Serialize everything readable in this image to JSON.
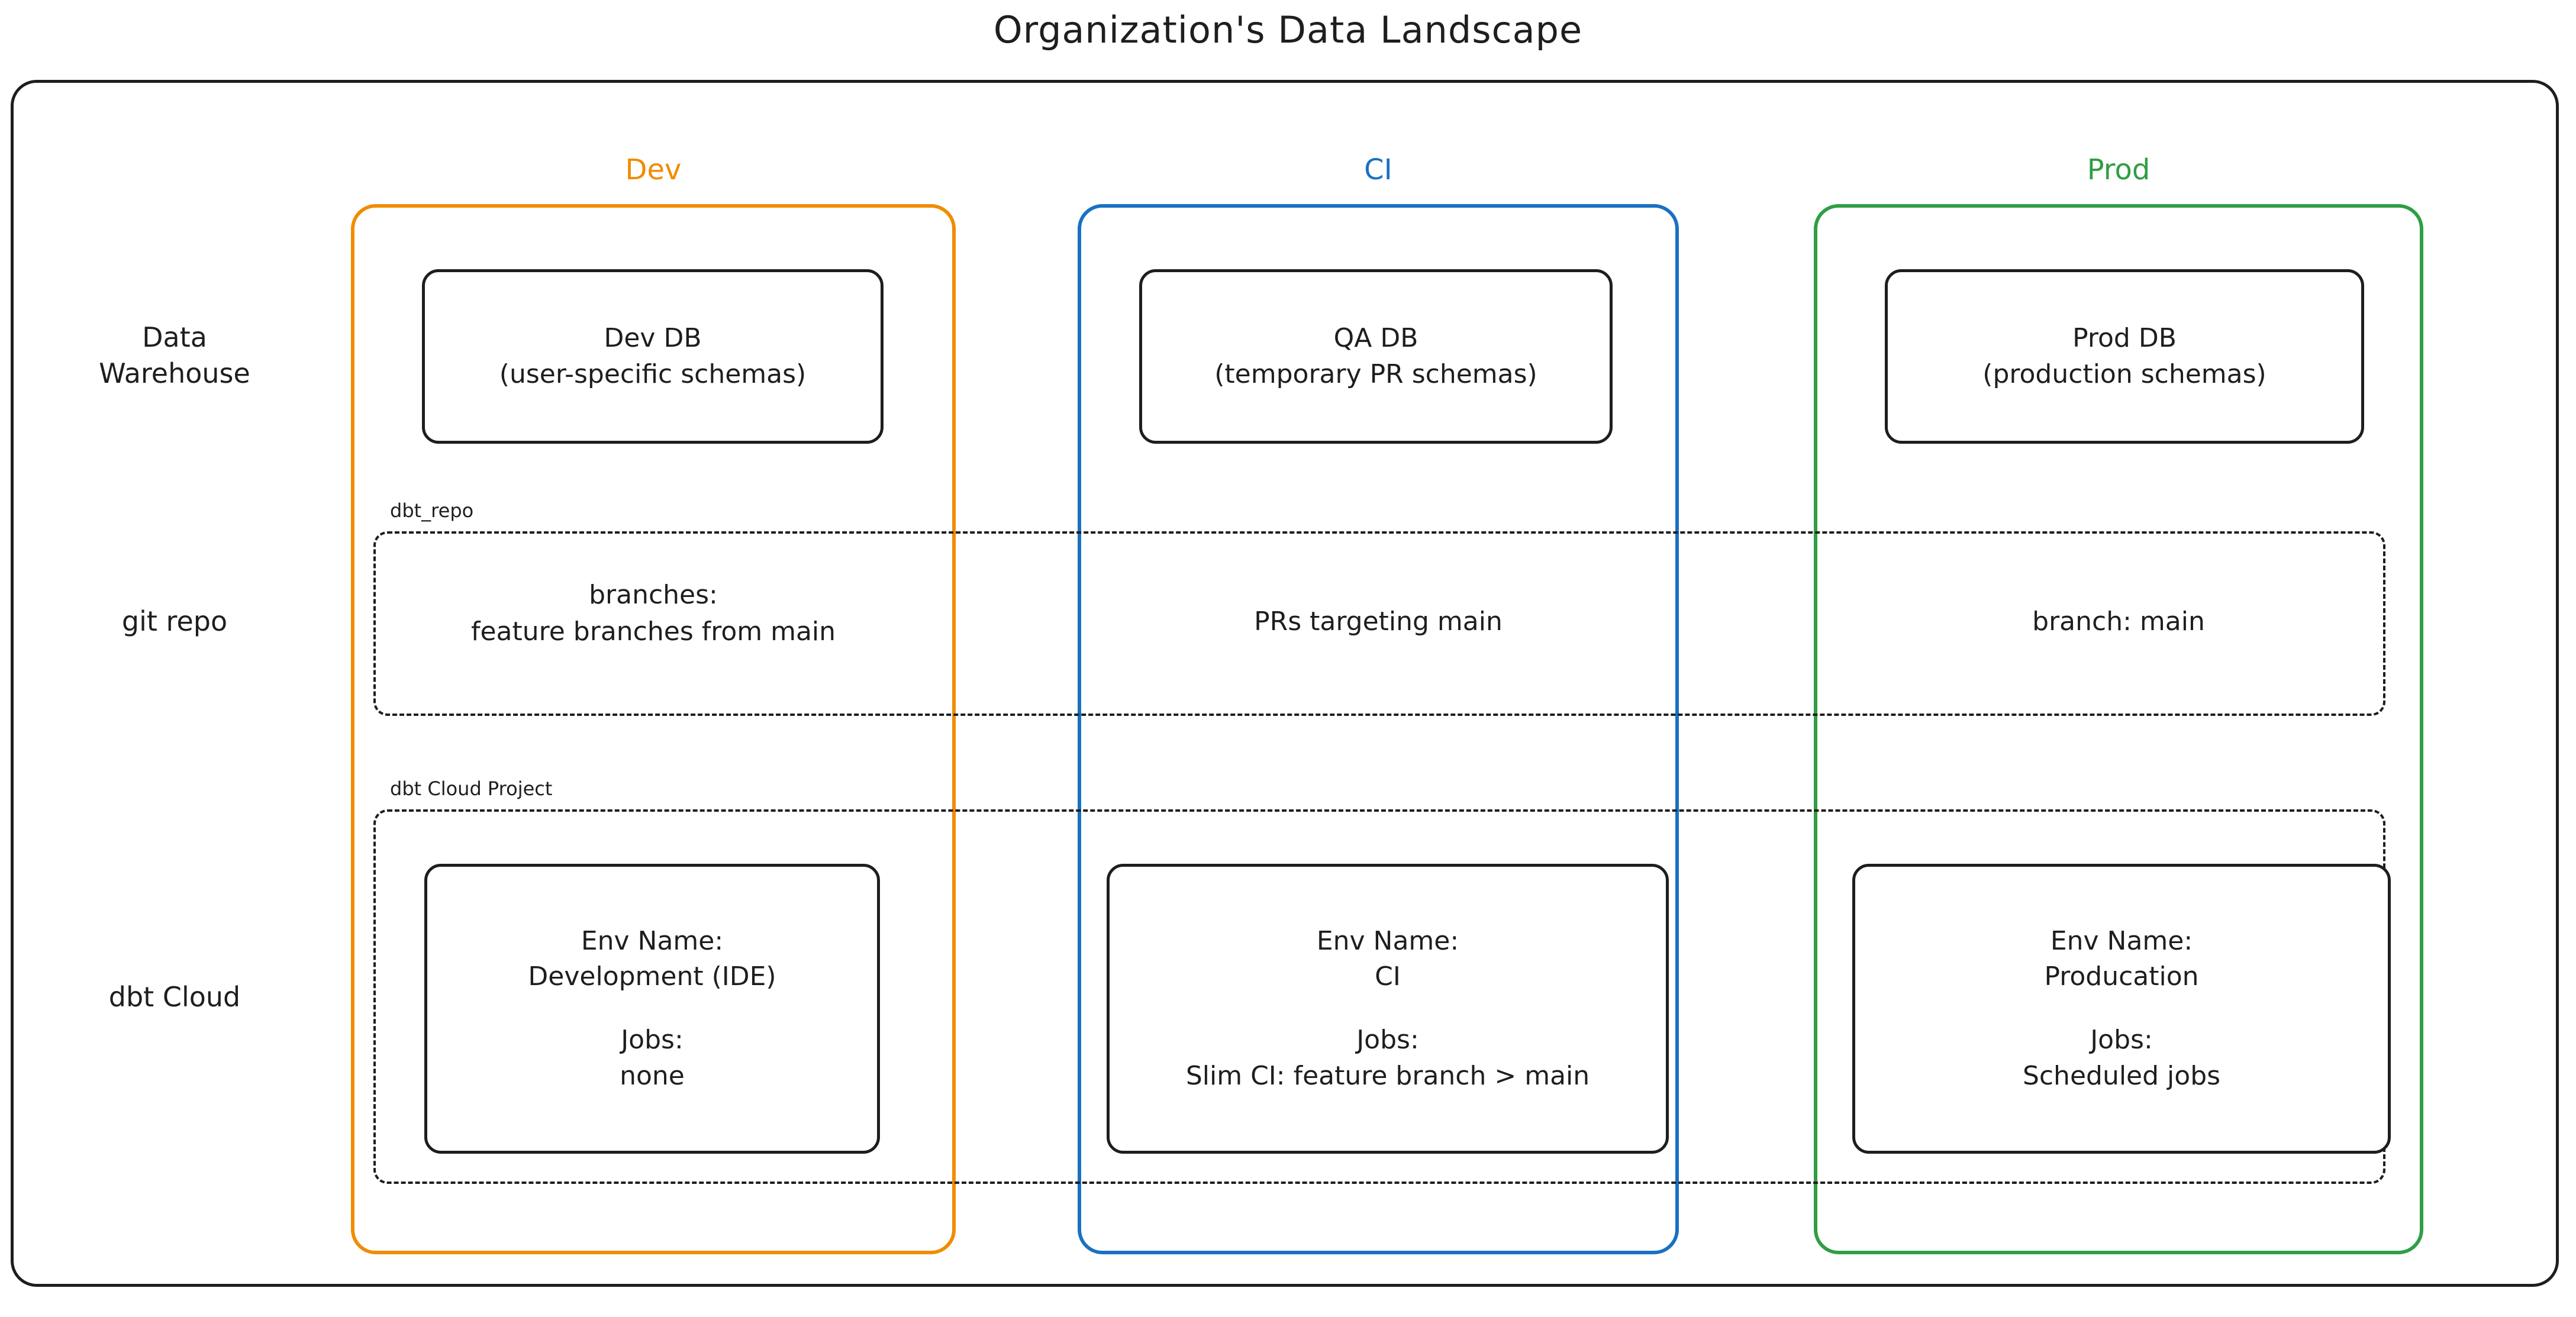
{
  "diagram": {
    "title": "Organization's Data Landscape",
    "type": "architecture-diagram",
    "style": "hand-drawn",
    "colors": {
      "dev": "#f08c00",
      "ci": "#1971c2",
      "prod": "#2f9e44",
      "stroke": "#1e1e1e",
      "background": "#ffffff"
    }
  },
  "row_labels": [
    {
      "key": "data_warehouse",
      "label": "Data\nWarehouse"
    },
    {
      "key": "git_repo",
      "label": "git repo"
    },
    {
      "key": "dbt_cloud",
      "label": "dbt Cloud"
    }
  ],
  "columns": [
    {
      "key": "dev",
      "title": "Dev",
      "color": "#f08c00"
    },
    {
      "key": "ci",
      "title": "CI",
      "color": "#1971c2"
    },
    {
      "key": "prod",
      "title": "Prod",
      "color": "#2f9e44"
    }
  ],
  "groups": [
    {
      "key": "dbt_repo",
      "label": "dbt_repo"
    },
    {
      "key": "dbt_cloud_project",
      "label": "dbt Cloud Project"
    }
  ],
  "data_warehouse": {
    "dev": {
      "name": "Dev DB",
      "detail": "(user-specific schemas)"
    },
    "ci": {
      "name": "QA DB",
      "detail": "(temporary PR schemas)"
    },
    "prod": {
      "name": "Prod DB",
      "detail": "(production schemas)"
    }
  },
  "git_repo": {
    "dev": "branches:\nfeature branches from main",
    "ci": "PRs targeting main",
    "prod": "branch: main"
  },
  "dbt_cloud": {
    "dev": {
      "env_label": "Env Name:",
      "env_value": "Development (IDE)",
      "jobs_label": "Jobs:",
      "jobs_value": "none"
    },
    "ci": {
      "env_label": "Env Name:",
      "env_value": "CI",
      "jobs_label": "Jobs:",
      "jobs_value": "Slim CI: feature branch > main"
    },
    "prod": {
      "env_label": "Env Name:",
      "env_value": "Producation",
      "jobs_label": "Jobs:",
      "jobs_value": "Scheduled jobs"
    }
  }
}
